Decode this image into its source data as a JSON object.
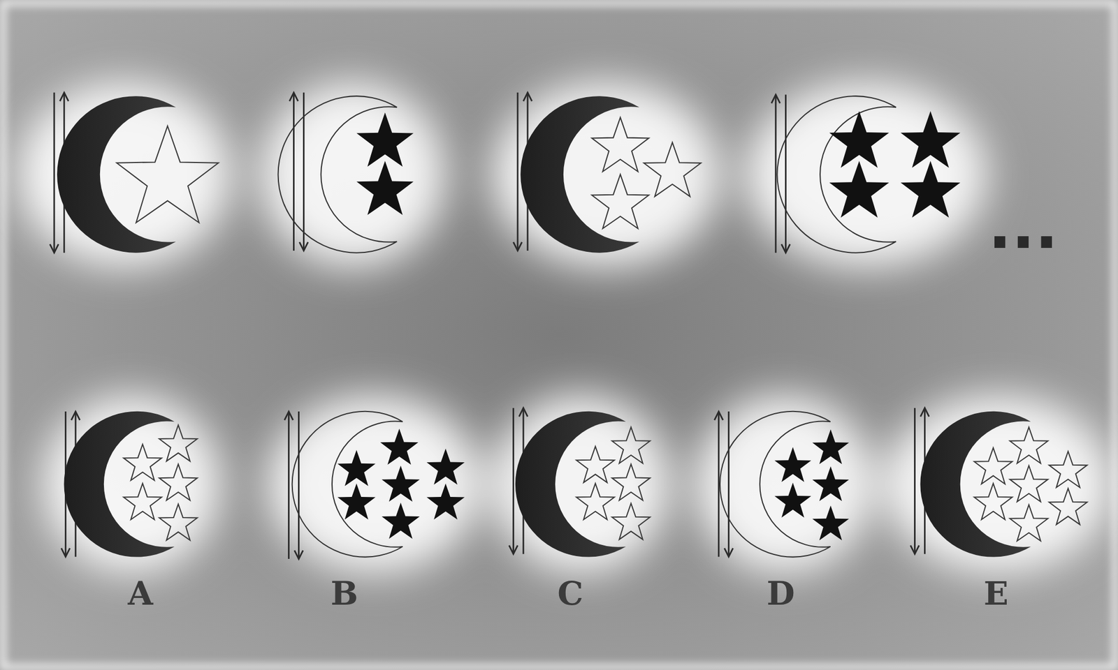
{
  "diagram": {
    "labels": [
      "...",
      "A",
      "B",
      "C",
      "D",
      "E"
    ]
  }
}
